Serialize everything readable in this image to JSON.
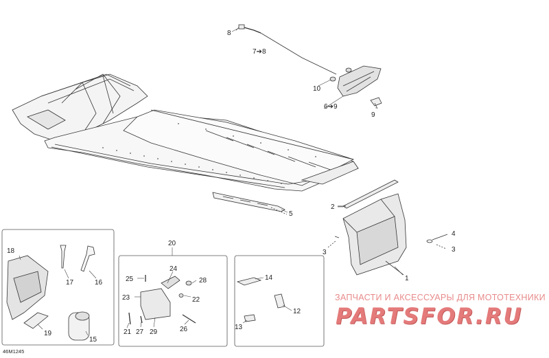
{
  "figure_id": "46M1245",
  "watermark": {
    "tagline": "ЗАПЧАСТИ И АКСЕССУАРЫ ДЛЯ МОТОТЕХНИКИ",
    "logo": "PARTSFOR.RU"
  },
  "callouts": {
    "c1": "1",
    "c2": "2",
    "c3a": "3",
    "c3b": "3",
    "c4": "4",
    "c5": "5",
    "c6": "6➔9",
    "c7": "7➔8",
    "c8": "8",
    "c9": "9",
    "c10": "10",
    "c12": "12",
    "c13": "13",
    "c14": "14",
    "c15": "15",
    "c16": "16",
    "c17": "17",
    "c18": "18",
    "c19": "19",
    "c20": "20",
    "c21": "21",
    "c22": "22",
    "c23": "23",
    "c24": "24",
    "c25": "25",
    "c26": "26",
    "c27": "27",
    "c28": "28",
    "c29": "29"
  }
}
